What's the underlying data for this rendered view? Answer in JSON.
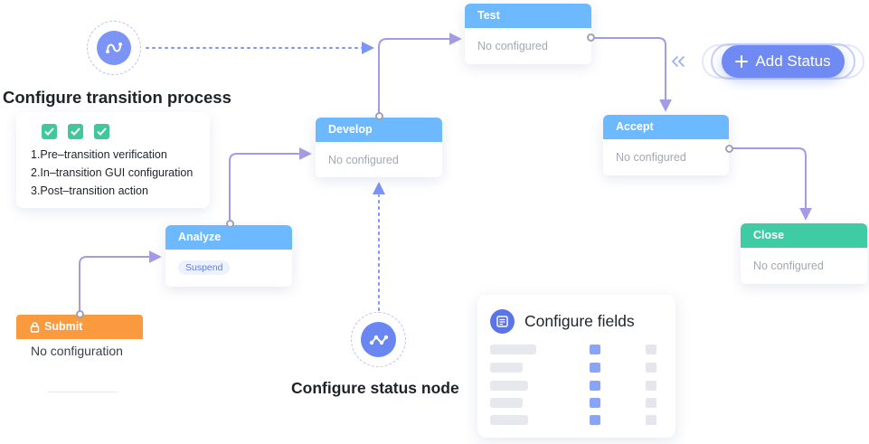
{
  "colors": {
    "status_blue": "#6cb9ff",
    "close_green": "#3fcca5",
    "submit_orange": "#f99a3e",
    "accent_purple": "#7b94f5",
    "connector": "#a39be8"
  },
  "headings": {
    "transition_process": "Configure transition process",
    "status_node": "Configure status node"
  },
  "checklist": {
    "items": [
      "1.Pre–transition verification",
      "2.In–transition GUI configuration",
      "3.Post–transition action"
    ]
  },
  "nodes": {
    "test": {
      "title": "Test",
      "body": "No configured"
    },
    "develop": {
      "title": "Develop",
      "body": "No configured"
    },
    "accept": {
      "title": "Accept",
      "body": "No configured"
    },
    "analyze": {
      "title": "Analyze",
      "badge": "Suspend"
    },
    "submit": {
      "title": "Submit",
      "body": "No configuration"
    },
    "close": {
      "title": "Close",
      "body": "No configured"
    }
  },
  "add_status": {
    "label": "Add Status",
    "icon": "plus-icon"
  },
  "fields_panel": {
    "title": "Configure fields",
    "icon": "form-icon"
  },
  "icons": {
    "transition": "route-icon",
    "status_node": "flow-icon",
    "lock": "lock-icon",
    "arrows": "double-chevron-left-icon"
  }
}
